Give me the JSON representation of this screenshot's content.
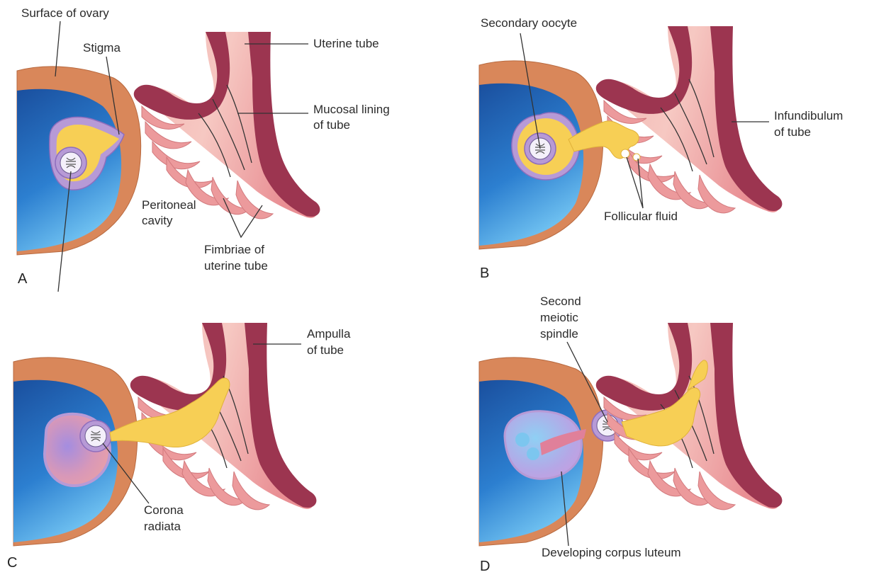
{
  "figure": {
    "panels": [
      {
        "letter": "A",
        "labels": {
          "surface": "Surface of ovary",
          "stigma": "Stigma",
          "uterine_tube": "Uterine tube",
          "mucosal_1": "Mucosal lining",
          "mucosal_2": "of tube",
          "peritoneal_1": "Peritoneal",
          "peritoneal_2": "cavity",
          "fimbriae_1": "Fimbriae of",
          "fimbriae_2": "uterine tube"
        }
      },
      {
        "letter": "B",
        "labels": {
          "secondary_oocyte": "Secondary oocyte",
          "infundibulum_1": "Infundibulum",
          "infundibulum_2": "of tube",
          "follicular_fluid": "Follicular fluid"
        }
      },
      {
        "letter": "C",
        "labels": {
          "ampulla_1": "Ampulla",
          "ampulla_2": "of tube",
          "corona_1": "Corona",
          "corona_2": "radiata"
        }
      },
      {
        "letter": "D",
        "labels": {
          "second_1": "Second",
          "second_2": "meiotic",
          "second_3": "spindle",
          "corpus_luteum": "Developing corpus luteum"
        }
      }
    ],
    "colors": {
      "ovary_surface": "#d9875a",
      "ovary_inner": "#1f5fae",
      "follicle_fluid": "#f7cf55",
      "tube_wall": "#9c3550",
      "tube_mucosa": "#ec9a9c",
      "oocyte_ring": "#b79ad6"
    }
  }
}
